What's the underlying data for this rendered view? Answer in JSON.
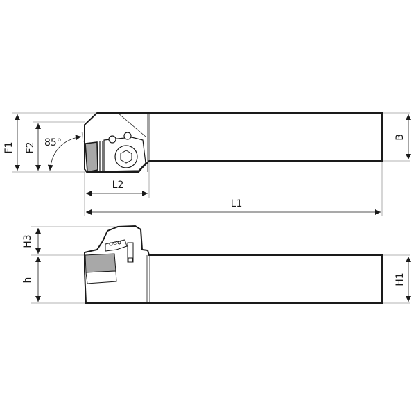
{
  "drawing": {
    "title": "Turning tool holder dimension drawing",
    "colors": {
      "outline": "#1a1a1a",
      "dim_line": "#9a9a9a",
      "insert_fill": "#a8a8a8",
      "background": "#ffffff"
    },
    "top_view": {
      "labels": {
        "F1": "F1",
        "F2": "F2",
        "angle": "85°",
        "L2": "L2",
        "L1": "L1",
        "B": "B"
      }
    },
    "side_view": {
      "labels": {
        "H3": "H3",
        "h": "h",
        "H1": "H1"
      }
    }
  }
}
